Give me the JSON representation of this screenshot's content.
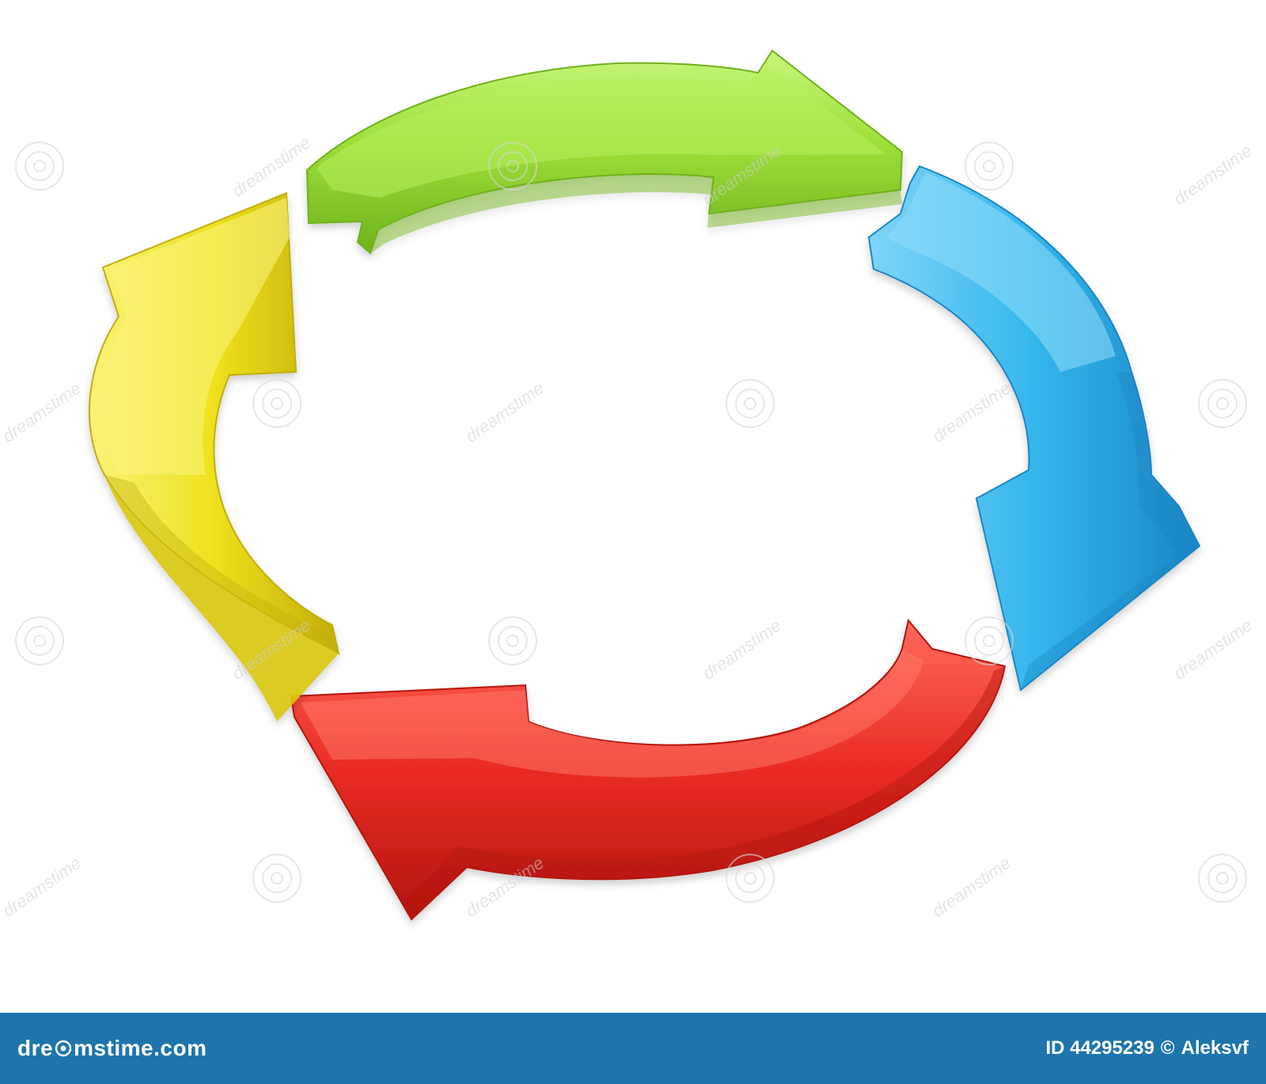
{
  "diagram": {
    "arrows": [
      {
        "name": "green-arrow",
        "color": "#9de03a",
        "light": "#c7f57a",
        "dark": "#6fb21c"
      },
      {
        "name": "blue-arrow",
        "color": "#34b6ec",
        "light": "#7fd5f8",
        "dark": "#1c86c4"
      },
      {
        "name": "red-arrow",
        "color": "#ea2b25",
        "light": "#ff6a5a",
        "dark": "#b3160f"
      },
      {
        "name": "yellow-arrow",
        "color": "#ede11c",
        "light": "#fbf37a",
        "dark": "#c3ae0a"
      }
    ],
    "watermark_icon": "dreamstime-spiral-icon",
    "watermark_text": "dreamstime"
  },
  "footer": {
    "logo_text_before": "dre",
    "logo_text_after": "ms",
    "logo_text_rest": "time.com",
    "id_label": "ID 44295239",
    "copyright_symbol": "©",
    "author": "Aleksvf",
    "bar_color": "#1d75ab"
  }
}
